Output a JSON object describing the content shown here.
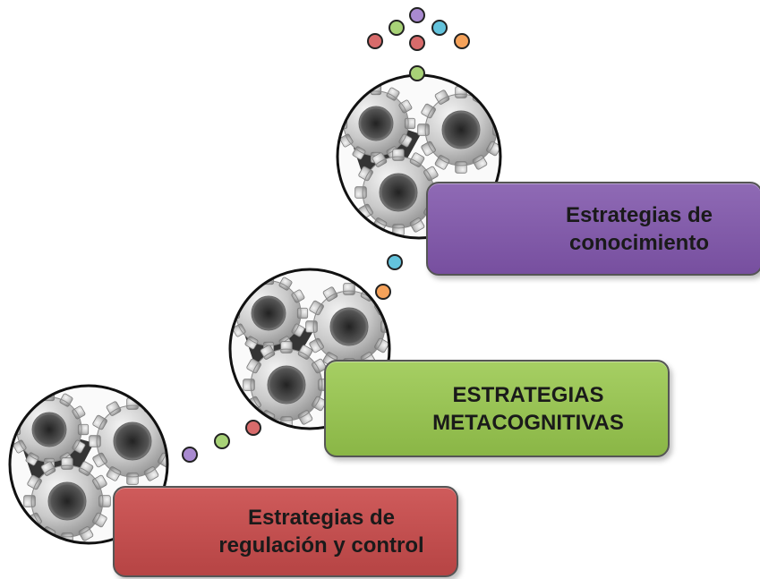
{
  "diagram": {
    "boxes": [
      {
        "id": "bottom",
        "line1": "Estrategias de",
        "line2": "regulación y control",
        "color": "#c04f4f"
      },
      {
        "id": "middle",
        "line1": "ESTRATEGIAS",
        "line2": "METACOGNITIVAS",
        "color": "#9bc455"
      },
      {
        "id": "top",
        "line1": "Estrategias de",
        "line2": "conocimiento",
        "color": "#8060a8"
      }
    ],
    "bubble_colors": {
      "purple": "#a98ad0",
      "green": "#a8d277",
      "red": "#d86b6b",
      "blue": "#63c3dc",
      "orange": "#f5a25a"
    },
    "icons": [
      "gears-icon"
    ]
  }
}
